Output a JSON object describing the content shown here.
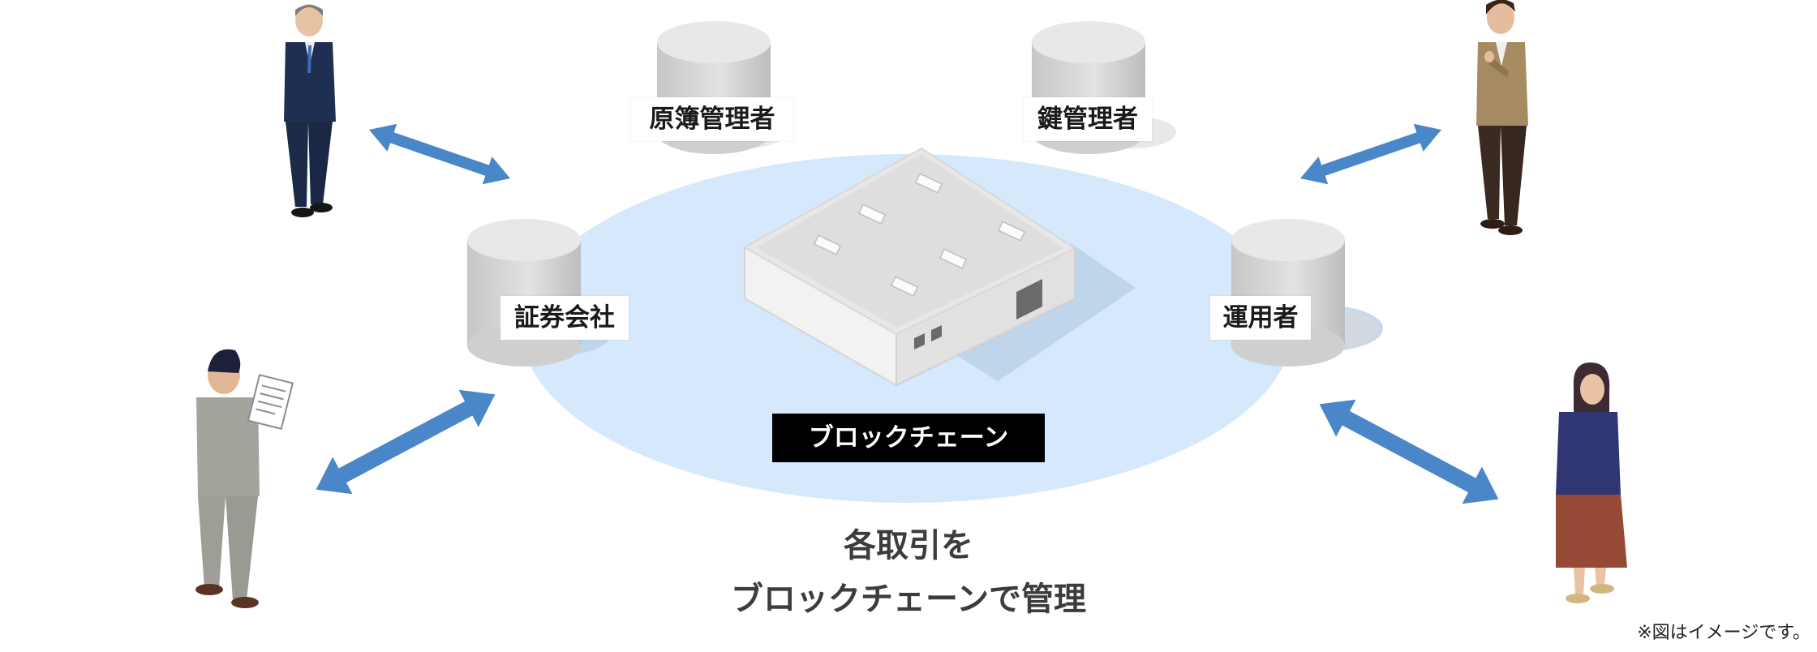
{
  "nodes": {
    "ledger_manager": "原簿管理者",
    "key_manager": "鍵管理者",
    "securities_company": "証券会社",
    "operator": "運用者"
  },
  "center_label": "ブロックチェーン",
  "caption": {
    "line1": "各取引を",
    "line2": "ブロックチェーンで管理"
  },
  "note": "※図はイメージです。",
  "colors": {
    "ellipse": "#d6e8fb",
    "arrow": "#4a87c8",
    "cylinder_top": "#e6e6e6",
    "cylinder_side": "#c8c8c8",
    "label_bg": "#000000"
  }
}
